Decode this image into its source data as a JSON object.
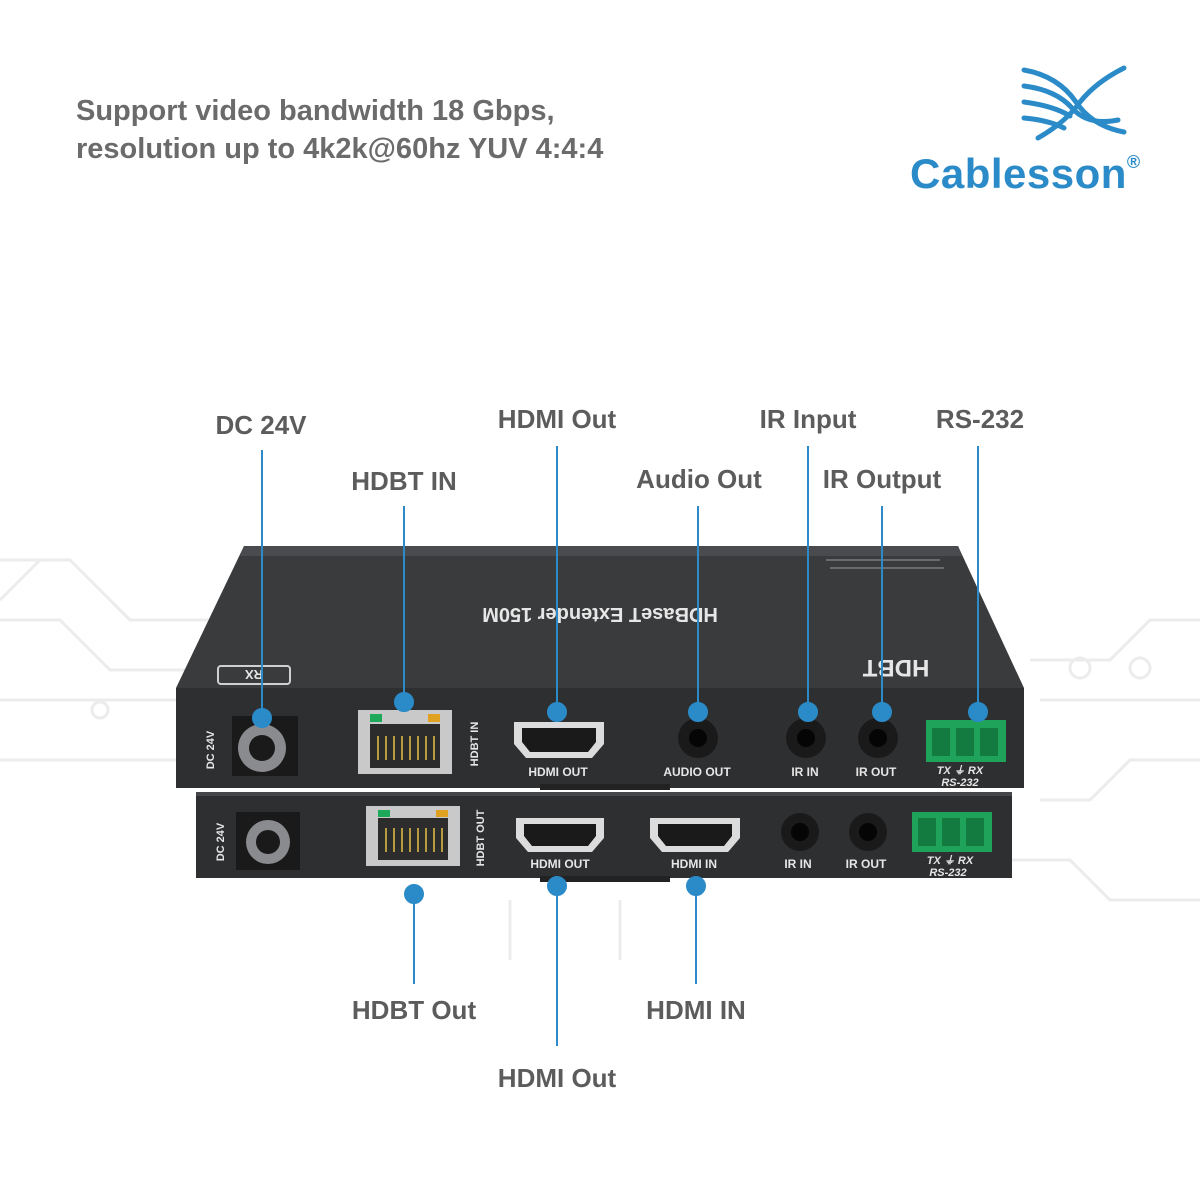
{
  "headline": {
    "line1": "Support video bandwidth 18 Gbps,",
    "line2": "resolution up to 4k2k@60hz YUV 4:4:4"
  },
  "brand": {
    "name": "Cablesson",
    "registered": "®",
    "color": "#2a8bc8"
  },
  "colors": {
    "accent": "#2a8bc8",
    "callout_text": "#5c5c5c",
    "device_body": "#2e2f31",
    "terminal_green": "#1fa35a"
  },
  "callouts_top": {
    "dc24v": "DC 24V",
    "hdbt_in": "HDBT IN",
    "hdmi_out": "HDMI Out",
    "audio_out": "Audio Out",
    "ir_input": "IR Input",
    "ir_output": "IR Output",
    "rs232": "RS-232"
  },
  "callouts_bottom": {
    "hdbt_out": "HDBT Out",
    "hdmi_out": "HDMI Out",
    "hdmi_in": "HDMI IN"
  },
  "device": {
    "top_label": "HDBaseT Extender 150M",
    "hdbt_logo": "HDBT",
    "rx_badge": "RX",
    "receiver_ports": {
      "dc": "DC 24V",
      "hdbt": "HDBT IN",
      "hdmi": "HDMI OUT",
      "audio": "AUDIO OUT",
      "ir_in": "IR IN",
      "ir_out": "IR OUT",
      "serial_pins": "TX  ⏚  RX",
      "serial": "RS-232"
    },
    "transmitter_ports": {
      "dc": "DC 24V",
      "hdbt": "HDBT OUT",
      "hdmi_out": "HDMI OUT",
      "hdmi_in": "HDMI IN",
      "ir_in": "IR IN",
      "ir_out": "IR OUT",
      "serial_pins": "TX  ⏚  RX",
      "serial": "RS-232"
    }
  }
}
